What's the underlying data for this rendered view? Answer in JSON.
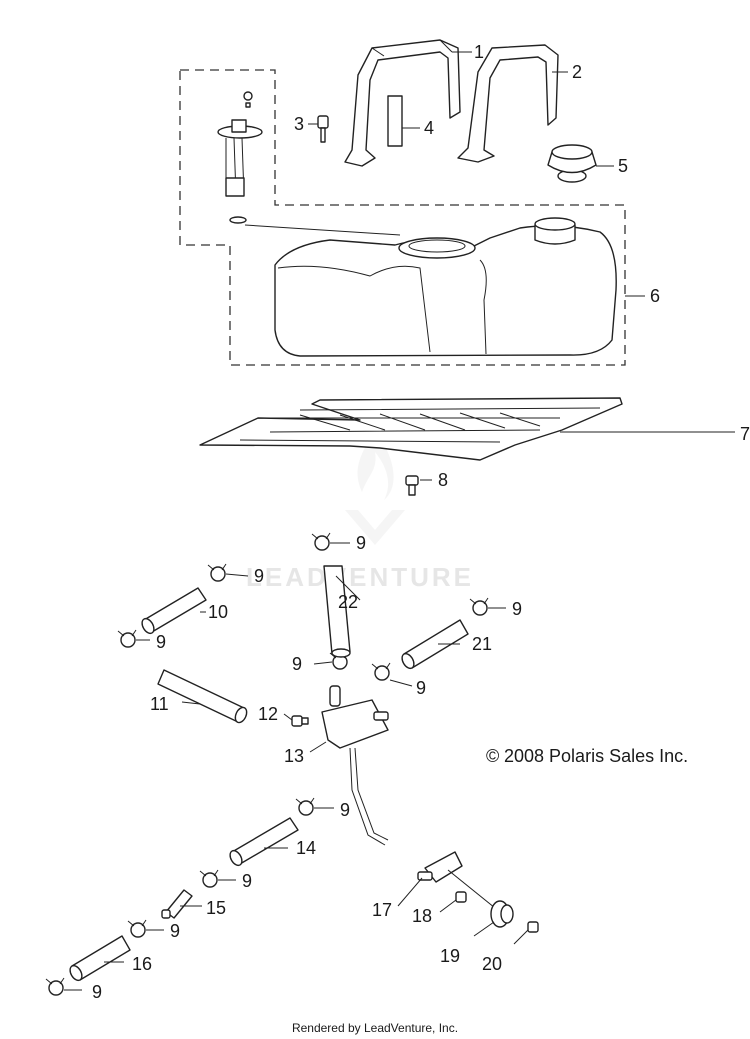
{
  "callouts": [
    "1",
    "2",
    "3",
    "4",
    "5",
    "6",
    "7",
    "8",
    "9",
    "10",
    "11",
    "12",
    "13",
    "14",
    "15",
    "16",
    "17",
    "18",
    "19",
    "20",
    "21",
    "22"
  ],
  "copyright": "2008 Polaris Sales Inc.",
  "copyright_symbol": "©",
  "watermark": "LEADVENTURE",
  "footer": "Rendered by LeadVenture, Inc."
}
